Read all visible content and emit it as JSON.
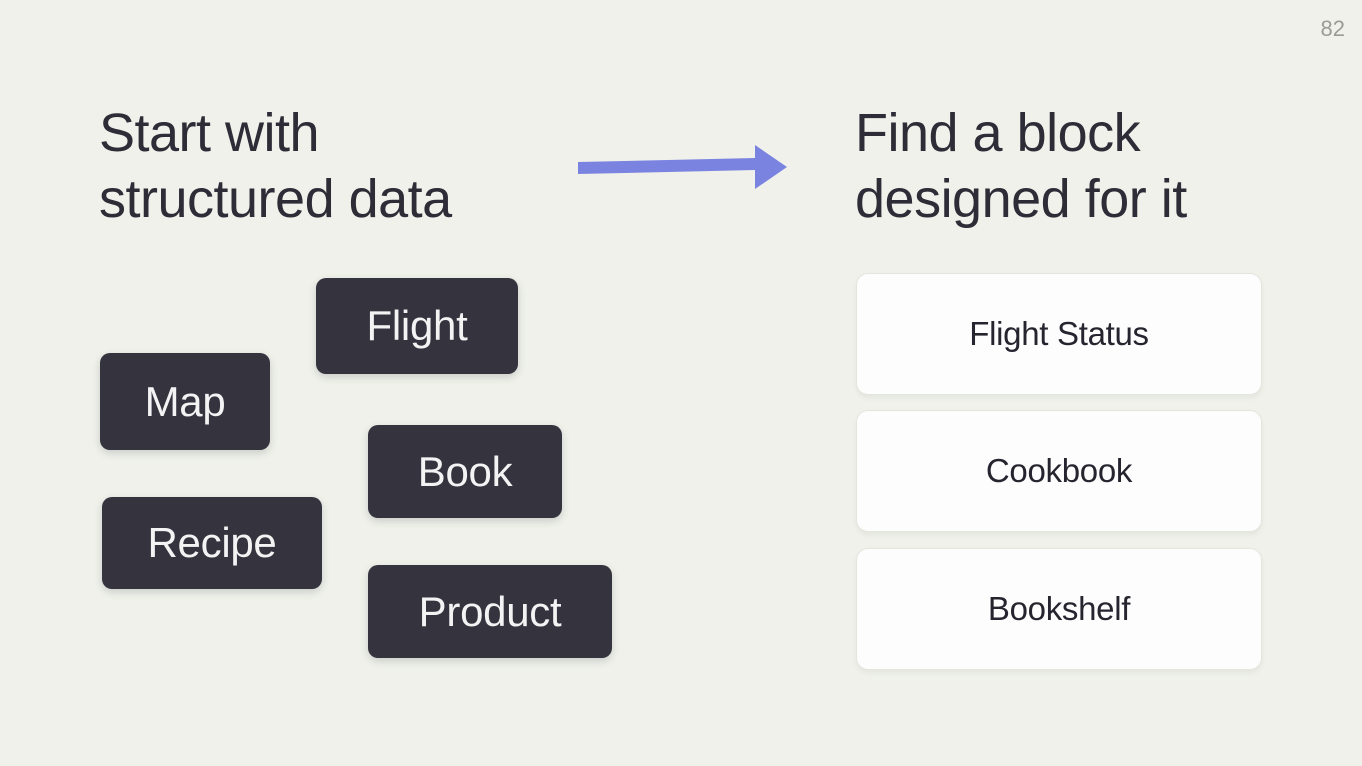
{
  "slide": {
    "page_number": "82",
    "left_heading": {
      "line1": "Start with",
      "line2": "structured data"
    },
    "right_heading": {
      "line1": "Find a block",
      "line2": "designed for it"
    },
    "data_tags": [
      {
        "label": "Flight"
      },
      {
        "label": "Map"
      },
      {
        "label": "Book"
      },
      {
        "label": "Recipe"
      },
      {
        "label": "Product"
      }
    ],
    "block_cards": [
      {
        "label": "Flight Status"
      },
      {
        "label": "Cookbook"
      },
      {
        "label": "Bookshelf"
      }
    ],
    "arrow_icon": "right-arrow",
    "colors": {
      "background": "#eff1ea",
      "heading_text": "#2d2c37",
      "tag_background": "#34333e",
      "tag_text": "#f4f3f4",
      "card_background": "#fdfdfd",
      "card_border": "#e4e6de",
      "card_text": "#26252f",
      "arrow": "#7b83e0",
      "page_number_text": "#9c9c97"
    }
  }
}
